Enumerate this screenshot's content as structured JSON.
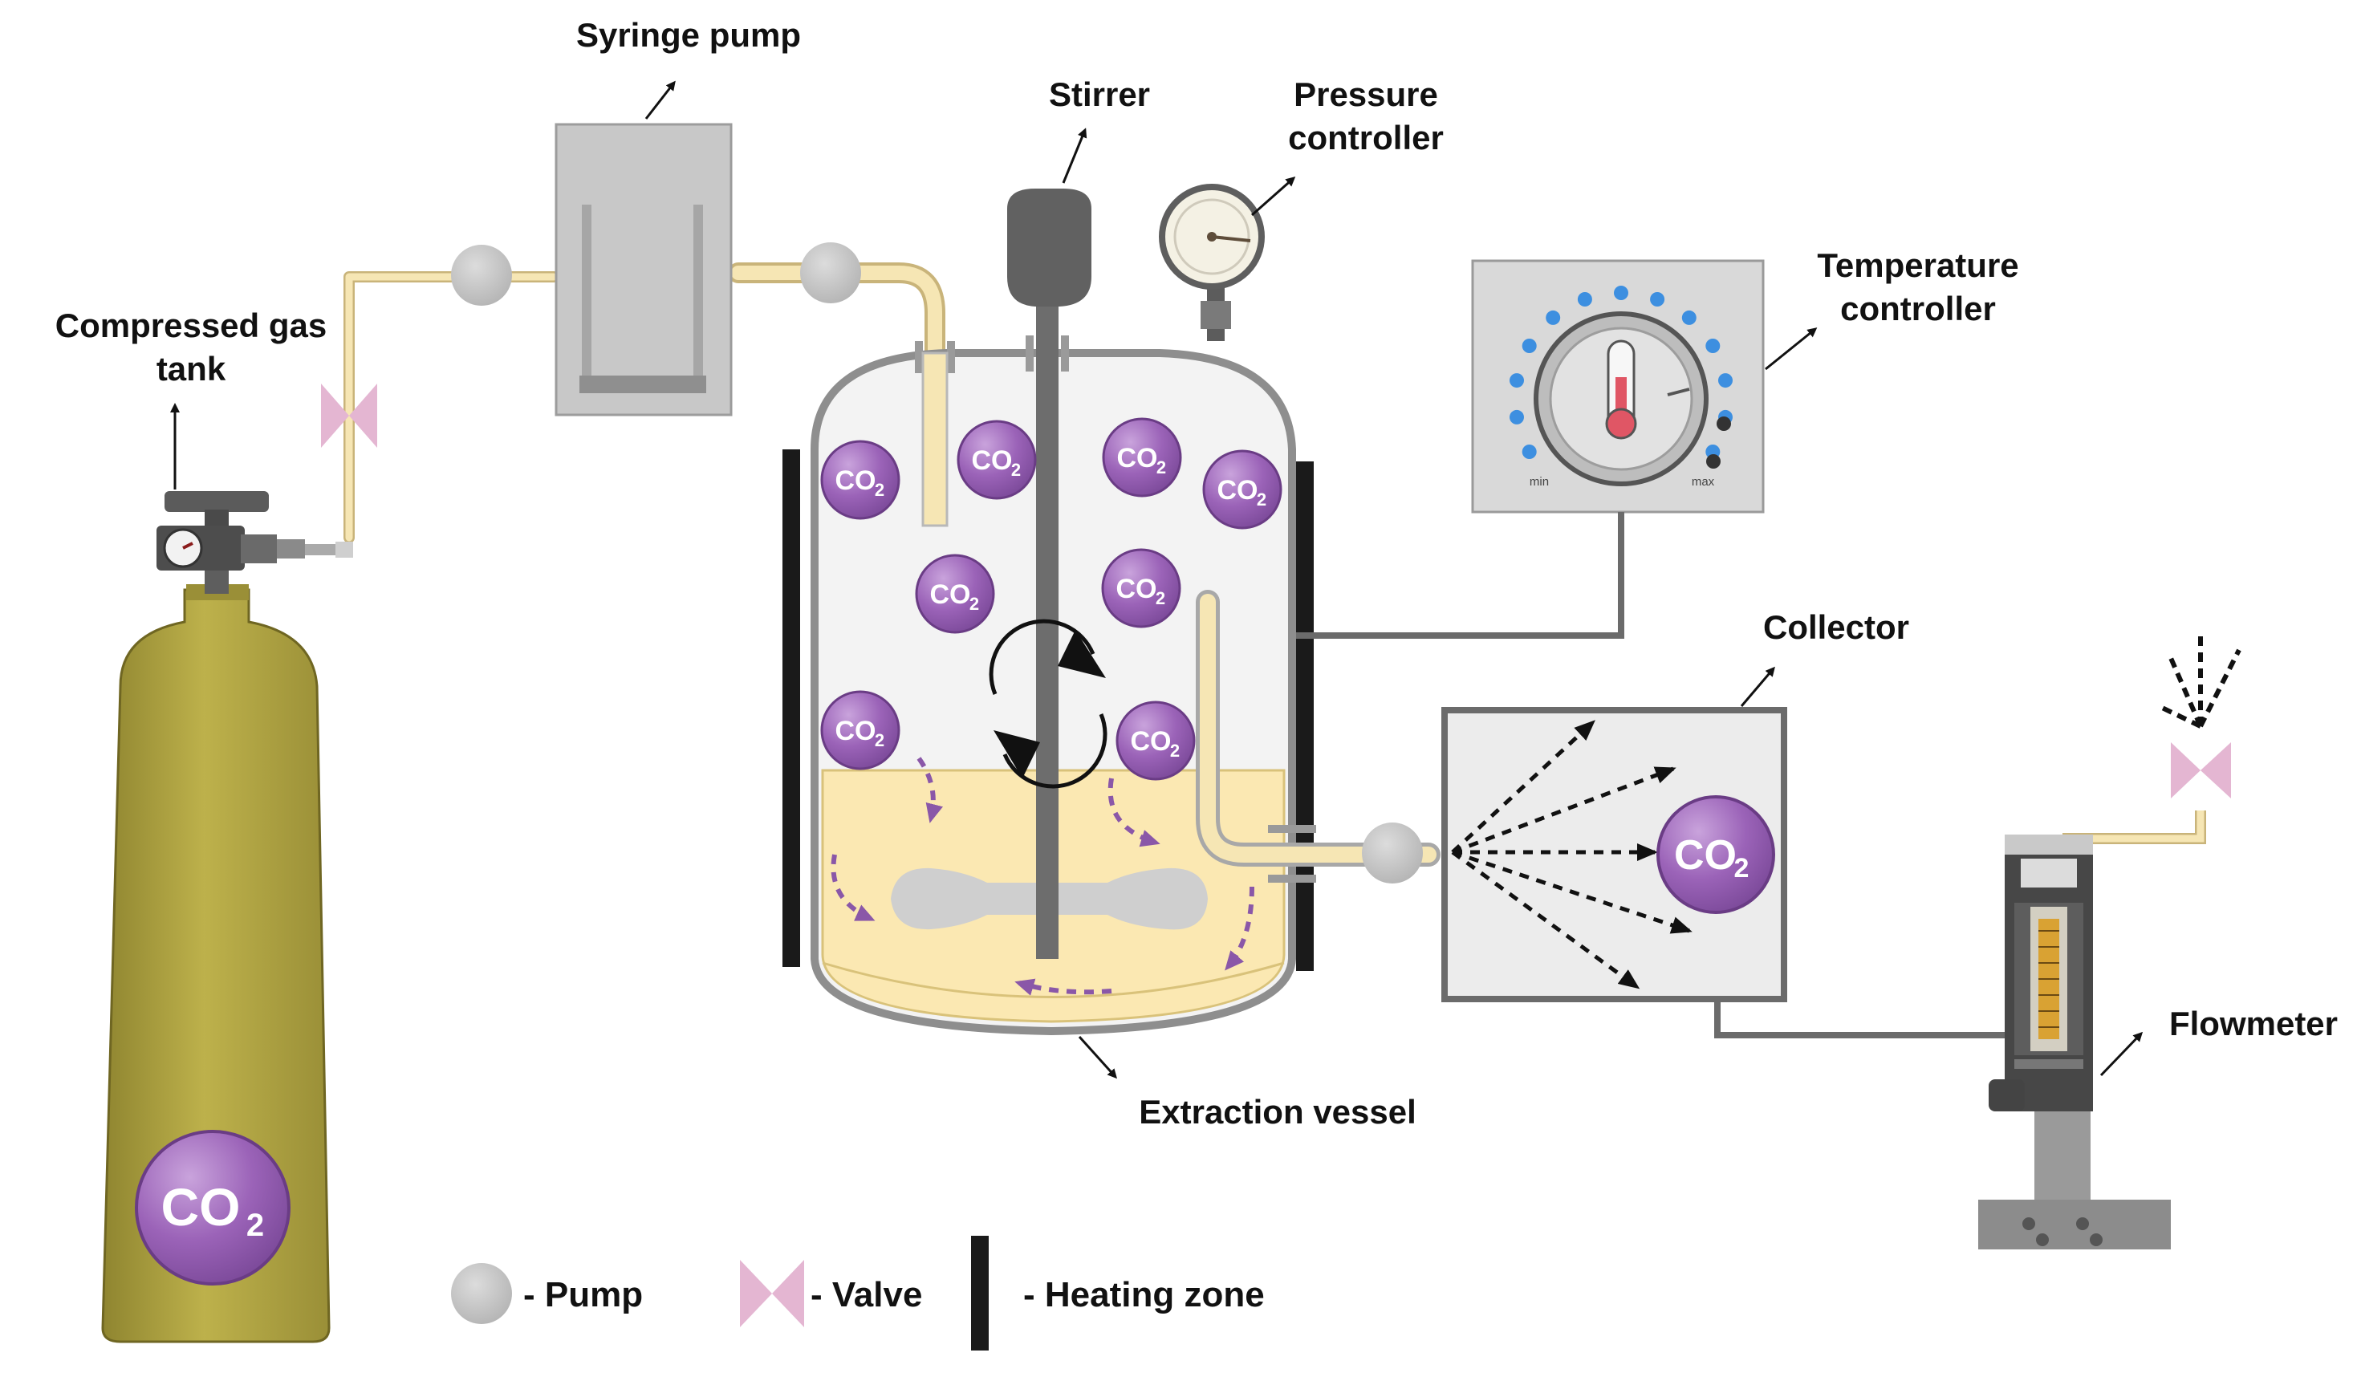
{
  "labels": {
    "syringe_pump": "Syringe pump",
    "stirrer": "Stirrer",
    "pressure_controller": [
      "Pressure",
      "controller"
    ],
    "compressed_gas_tank": [
      "Compressed gas",
      "tank"
    ],
    "temperature_controller": [
      "Temperature",
      "controller"
    ],
    "collector": "Collector",
    "extraction_vessel": "Extraction vessel",
    "flowmeter": "Flowmeter"
  },
  "temperature_dial": {
    "min": "min",
    "max": "max"
  },
  "co2": {
    "main": "CO",
    "sub": "2"
  },
  "legend": [
    {
      "symbol": "pump",
      "text": "- Pump"
    },
    {
      "symbol": "valve",
      "text": "- Valve"
    },
    {
      "symbol": "heating",
      "text": "- Heating zone"
    }
  ],
  "colors": {
    "tube": "#f6e6b4",
    "pump": "#c6c6c6",
    "valve": "#e4b6d2",
    "co2_bubble": "#9b63b8",
    "tank": "#b3a843",
    "liquid": "#fbe8b2",
    "heating_zone": "#1a1a1a",
    "dial_lights": "#3d8fe0"
  }
}
